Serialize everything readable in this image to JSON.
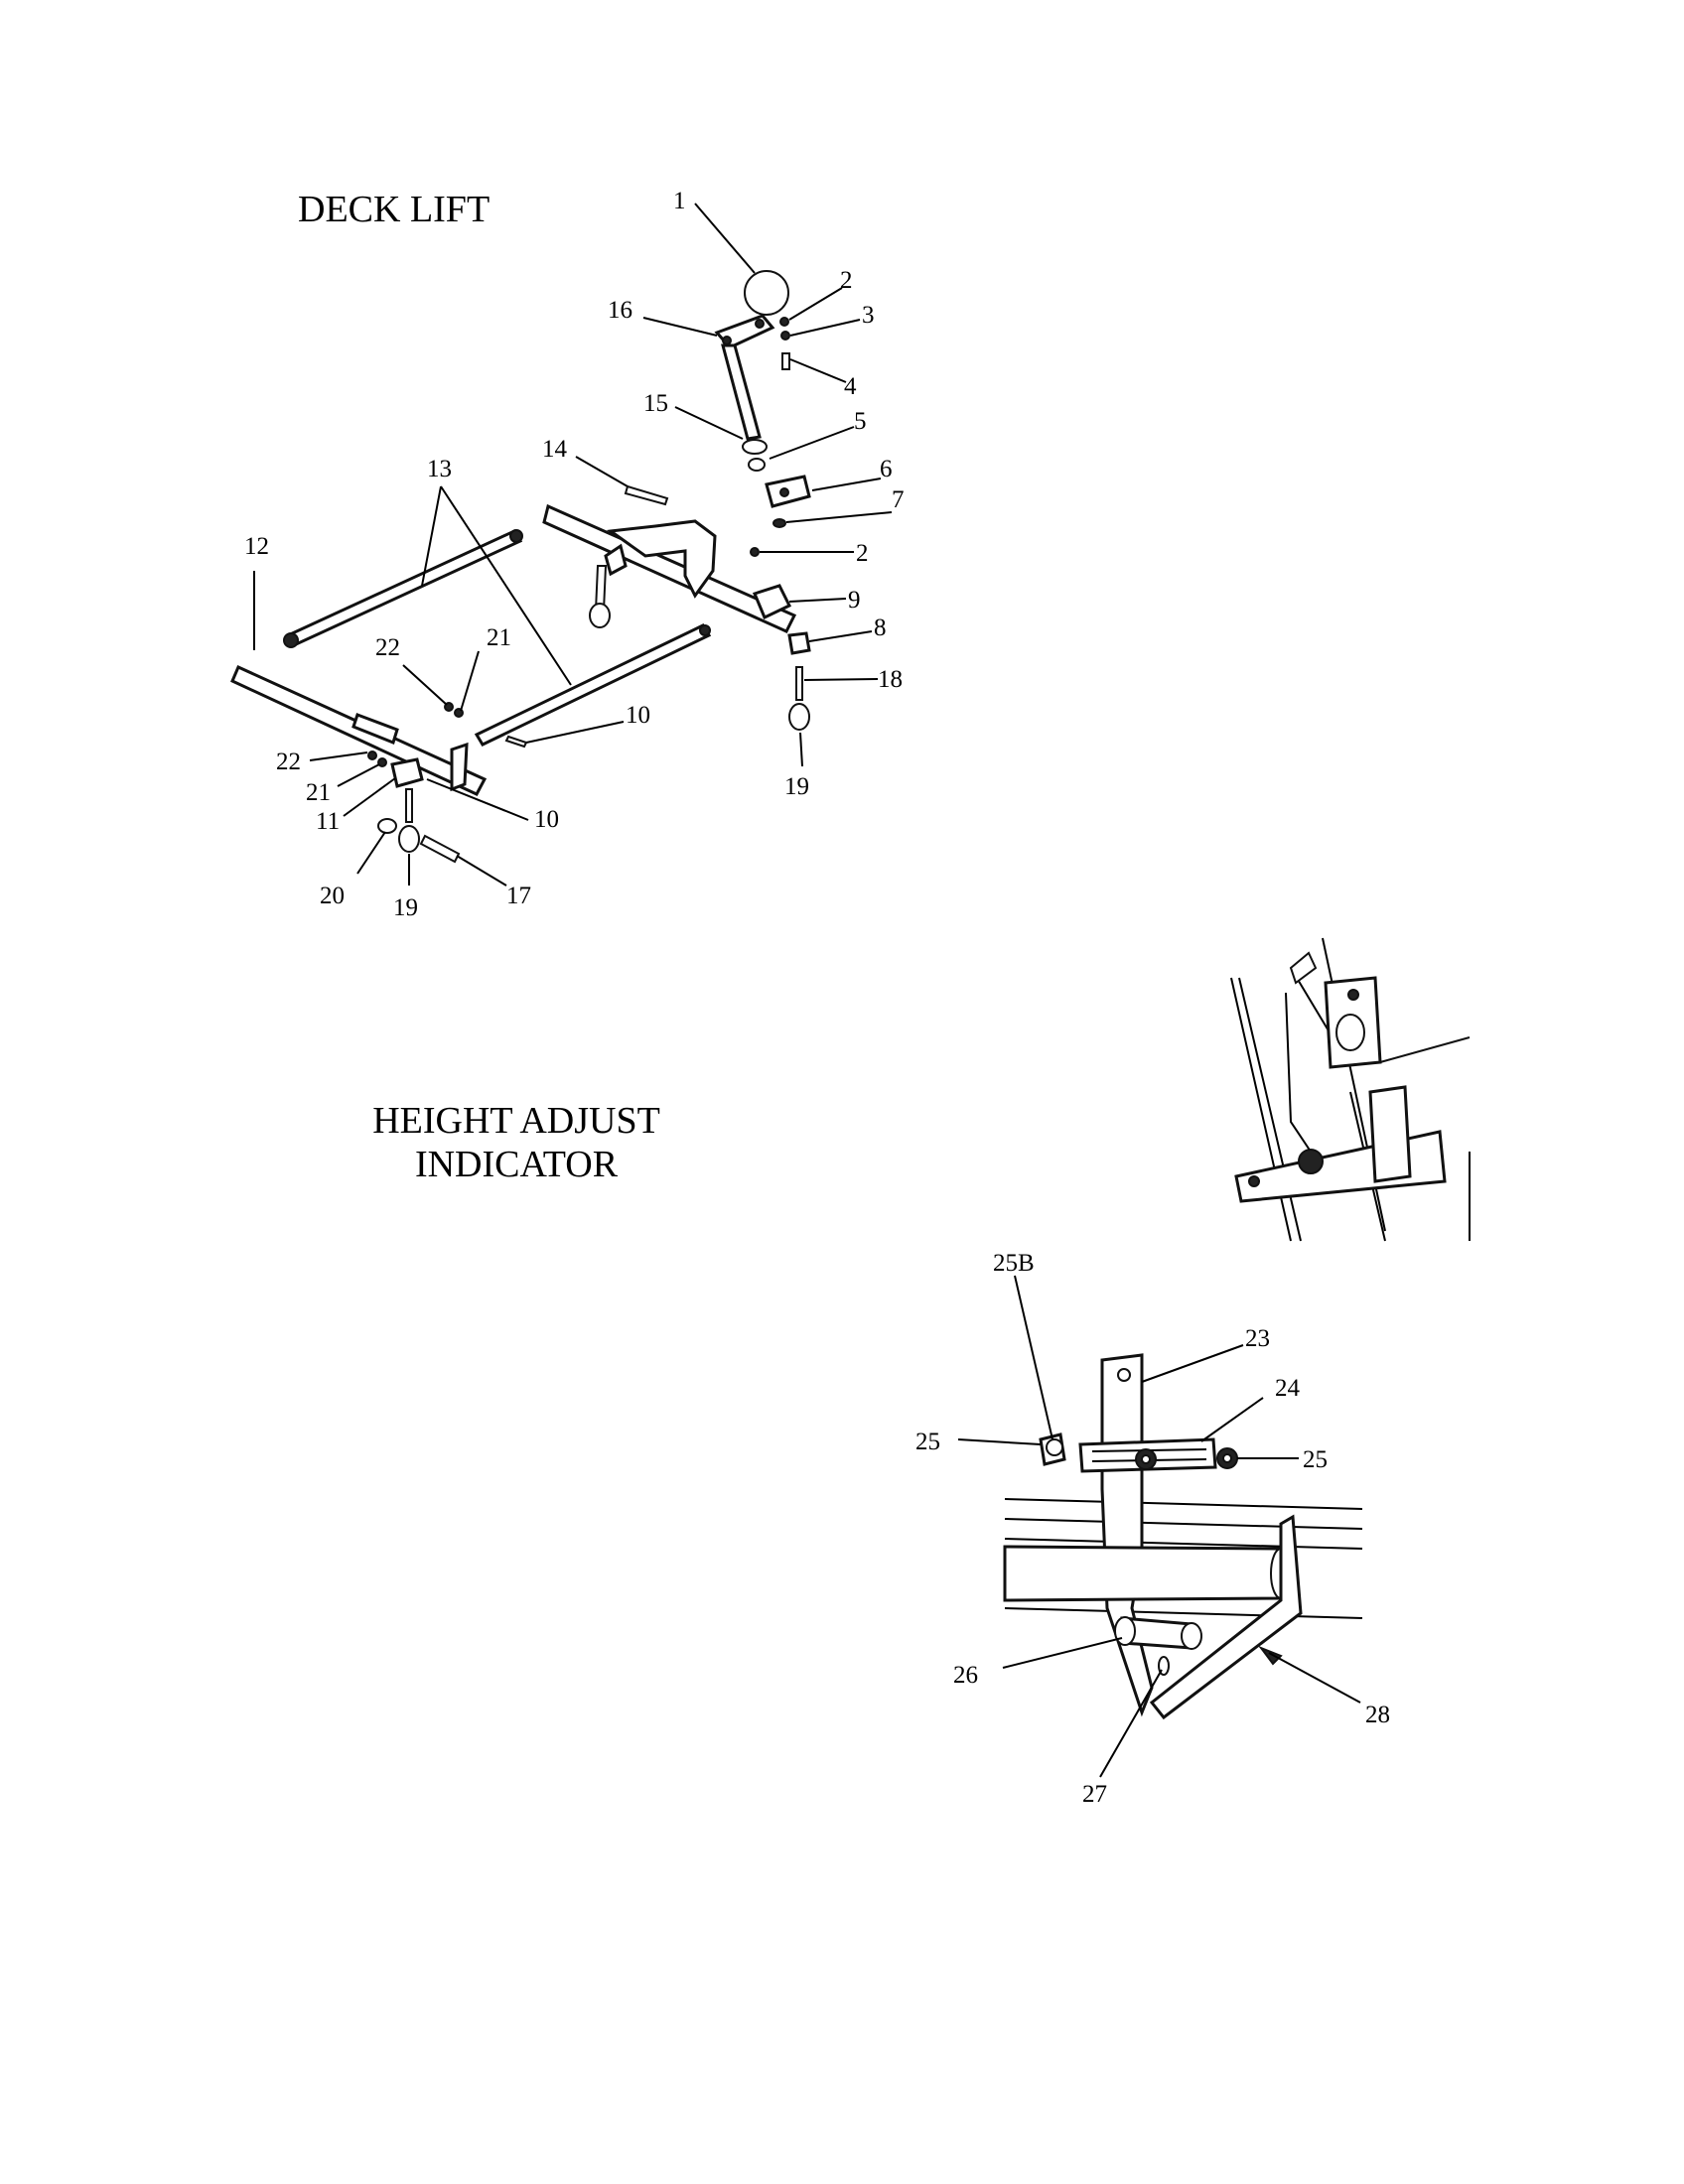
{
  "titles": {
    "deck_lift": "DECK LIFT",
    "height_adjust_1": "HEIGHT ADJUST",
    "height_adjust_2": "INDICATOR"
  },
  "deck_lift_callouts": [
    "1",
    "2",
    "3",
    "16",
    "4",
    "15",
    "5",
    "14",
    "6",
    "13",
    "7",
    "2",
    "12",
    "9",
    "8",
    "22",
    "21",
    "18",
    "10",
    "22",
    "21",
    "10",
    "11",
    "19",
    "20",
    "19",
    "17"
  ],
  "height_adjust_callouts": [
    "25B",
    "23",
    "24",
    "25",
    "25",
    "26",
    "28",
    "27"
  ]
}
